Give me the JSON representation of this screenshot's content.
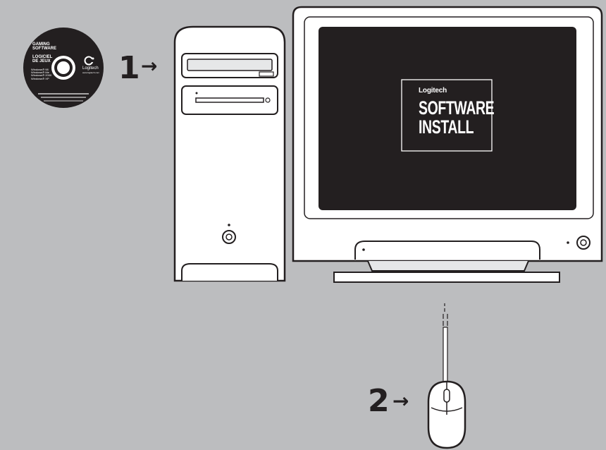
{
  "cd": {
    "title_line1": "GAMING",
    "title_line2": "SOFTWARE",
    "title_line3": "LOGICIEL",
    "title_line4": "DE JEUX",
    "os_list": [
      "Windows® 98",
      "Windows® Me",
      "Windows® 2000",
      "Windows® XP"
    ],
    "brand": "Logitech",
    "url": "www.logitech.com"
  },
  "steps": [
    {
      "number": "1",
      "arrow": "→"
    },
    {
      "number": "2",
      "arrow": "→"
    }
  ],
  "screen": {
    "brand": "Logitech",
    "title_line1": "SOFTWARE",
    "title_line2": "INSTALL"
  },
  "colors": {
    "background": "#bcbdbf",
    "outline": "#231f20",
    "device_fill": "#ffffff",
    "device_shade": "#e6e7e8",
    "screen": "#231f20"
  }
}
